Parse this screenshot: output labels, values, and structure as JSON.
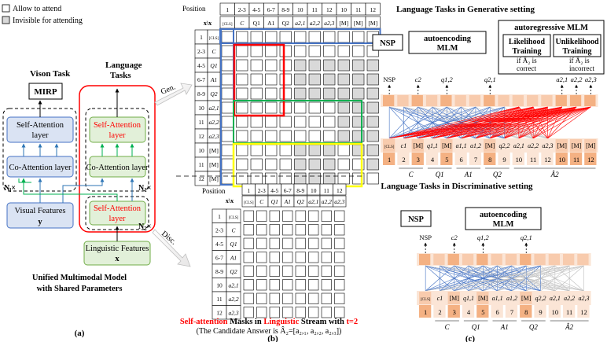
{
  "legend": {
    "allow": "Allow to attend",
    "invisible": "Invisible for attending"
  },
  "colors": {
    "blue_box": "#dae3f3",
    "blue_border": "#4472c4",
    "green_box": "#e2f0d9",
    "green_border": "#70ad47",
    "red": "#ff0000",
    "red_line": "#ff0000",
    "yellow": "#ffff00",
    "green_line": "#00b050",
    "gray_cell": "#d9d9d9",
    "token_fill": "#f8cbad",
    "token_dark": "#f4b183",
    "token_light": "#fbe5d6",
    "blue_line": "#4472c4",
    "gray_line": "#bfbfbf",
    "arrow_blue": "#2e75b6"
  },
  "panel_a": {
    "vision_task_title": "Vison Task",
    "language_tasks_title": "Language Tasks",
    "mirp": "MIRP",
    "self_attn_left": "Self-Attention layer",
    "co_attn_left": "Co-Attention layer",
    "self_attn_right": "Self-Attention layer",
    "co_attn_right": "Co-Attention layer",
    "self_attn_bottom": "Self-Attention layer",
    "n_left": "N",
    "n_left_sub": "l",
    "n_left_suffix": "×",
    "n_right": "N",
    "n_right_sub": "1",
    "n_right_suffix": "×",
    "n_bottom": "N",
    "n_bottom_sub": "2",
    "n_bottom_suffix": "×",
    "visual_features": "Visual Features",
    "visual_var": "y",
    "linguistic_features": "Linguistic Features",
    "linguistic_var": "x",
    "caption_line1": "Unified Multimodal Model",
    "caption_line2": "with Shared Parameters",
    "label": "(a)",
    "gen_label": "Gen.",
    "disc_label": "Disc."
  },
  "panel_b": {
    "position_label": "Position",
    "xx_label": "x\\x",
    "top_positions": [
      "1",
      "2-3",
      "4-5",
      "6-7",
      "8-9",
      "10",
      "11",
      "12",
      "10",
      "11",
      "12"
    ],
    "top_tokens": [
      "[CLS]",
      "C",
      "Q1",
      "A1",
      "Q2",
      "a2,1",
      "a2,2",
      "a2,3",
      "[M]",
      "[M]",
      "[M]"
    ],
    "top_rows": [
      {
        "pos": "1",
        "tok": "[CLS]"
      },
      {
        "pos": "2-3",
        "tok": "C"
      },
      {
        "pos": "4-5",
        "tok": "Q1"
      },
      {
        "pos": "6-7",
        "tok": "A1"
      },
      {
        "pos": "8-9",
        "tok": "Q2"
      },
      {
        "pos": "10",
        "tok": "a2,1"
      },
      {
        "pos": "11",
        "tok": "a2,2"
      },
      {
        "pos": "12",
        "tok": "a2,3"
      },
      {
        "pos": "10",
        "tok": "[M]"
      },
      {
        "pos": "11",
        "tok": "[M]"
      },
      {
        "pos": "12",
        "tok": "[M]"
      }
    ],
    "bottom_positions": [
      "1",
      "2-3",
      "4-5",
      "6-7",
      "8-9",
      "10",
      "11",
      "12"
    ],
    "bottom_tokens": [
      "[CLS]",
      "C",
      "Q1",
      "A1",
      "Q2",
      "a2,1",
      "a2,2",
      "a2,3"
    ],
    "bottom_rows": [
      {
        "pos": "1",
        "tok": "[CLS]"
      },
      {
        "pos": "2-3",
        "tok": "C"
      },
      {
        "pos": "4-5",
        "tok": "Q1"
      },
      {
        "pos": "6-7",
        "tok": "A1"
      },
      {
        "pos": "8-9",
        "tok": "Q2"
      },
      {
        "pos": "10",
        "tok": "a2,1"
      },
      {
        "pos": "11",
        "tok": "a2,2"
      },
      {
        "pos": "12",
        "tok": "a2,3"
      }
    ],
    "caption_part1": "Self-attention",
    "caption_part2": " Masks in ",
    "caption_part3": "Linguistic",
    "caption_part4": " Stream with ",
    "caption_part5": "t=2",
    "caption_line2": "(The Candidate Answer is Â₂=[a₂,₁, a₂,₂, a₂,₃])",
    "label": "(b)"
  },
  "panel_c": {
    "gen_title": "Language Tasks in Generative setting",
    "disc_title": "Language Tasks in Discriminative setting",
    "nsp": "NSP",
    "ae_mlm_line1": "autoencoding",
    "ae_mlm_line2": "MLM",
    "ar_mlm": "autoregressive MLM",
    "likelihood_line1": "Likelihood",
    "likelihood_line2": "Training",
    "unlikelihood_line1": "Unlikelihood",
    "unlikelihood_line2": "Training",
    "if_correct_line1": "if Â₂ is",
    "if_correct_line2": "correct",
    "if_incorrect_line1": "if Â₂ is",
    "if_incorrect_line2": "incorrect",
    "gen_out_labels": [
      "NSP",
      "c2",
      "q1,2",
      "q2,1",
      "a2,1",
      "a2,2",
      "a2,3"
    ],
    "gen_tokens": [
      "[CLS]",
      "c1",
      "[M]",
      "q1,1",
      "[M]",
      "a1,1",
      "a1,2",
      "[M]",
      "q2,2",
      "a2,1",
      "a2,2",
      "a2,3",
      "[M]",
      "[M]",
      "[M]"
    ],
    "gen_positions": [
      "1",
      "2",
      "3",
      "4",
      "5",
      "6",
      "7",
      "8",
      "9",
      "10",
      "11",
      "12",
      "10",
      "11",
      "12"
    ],
    "gen_groups": [
      "C",
      "Q1",
      "A1",
      "Q2",
      "Â2"
    ],
    "disc_out_labels": [
      "NSP",
      "c2",
      "q1,2",
      "q2,1"
    ],
    "disc_tokens": [
      "[CLS]",
      "c1",
      "[M]",
      "q1,1",
      "[M]",
      "a1,1",
      "a1,2",
      "[M]",
      "q2,2",
      "a2,1",
      "a2,2",
      "a2,3"
    ],
    "disc_positions": [
      "1",
      "2",
      "3",
      "4",
      "5",
      "6",
      "7",
      "8",
      "9",
      "10",
      "11",
      "12"
    ],
    "disc_groups": [
      "C",
      "Q1",
      "A1",
      "Q2",
      "Â2"
    ],
    "label": "(c)"
  }
}
